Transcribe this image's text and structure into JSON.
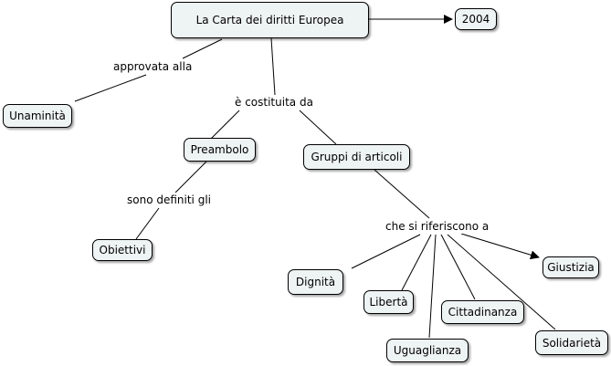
{
  "concepts": {
    "carta": "La Carta dei diritti Europea",
    "anno": "2004",
    "unanimita": "Unaminità",
    "preambolo": "Preambolo",
    "gruppi": "Gruppi di articoli",
    "obiettivi": "Obiettivi",
    "dignita": "Dignità",
    "liberta": "Libertà",
    "cittadinanza": "Cittadinanza",
    "uguaglianza": "Uguaglianza",
    "solidarieta": "Solidarietà",
    "giustizia": "Giustizia"
  },
  "links": {
    "approvata": "approvata alla",
    "costituita": "è costituita da",
    "definiti": "sono definiti gli",
    "riferiscono": "che si riferiscono a"
  }
}
